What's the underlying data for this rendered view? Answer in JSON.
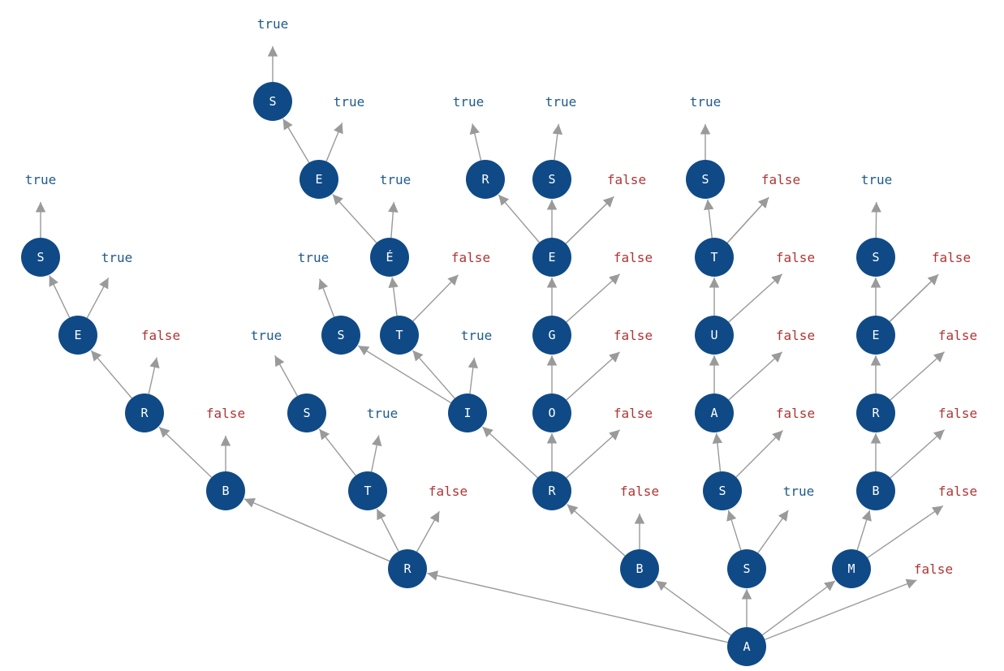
{
  "colors": {
    "node_fill": "#0f4a87",
    "node_text": "#ffffff",
    "edge": "#9a9a9a",
    "true_text": "#1f5a8c",
    "false_text": "#b03434"
  },
  "diagram": {
    "type": "trie",
    "nodes": [
      {
        "id": "root",
        "label": "A"
      },
      {
        "id": "n_R",
        "label": "R",
        "parent": "root"
      },
      {
        "id": "n_B",
        "label": "B",
        "parent": "root"
      },
      {
        "id": "n_S",
        "label": "S",
        "parent": "root"
      },
      {
        "id": "n_M",
        "label": "M",
        "parent": "root"
      },
      {
        "id": "n_RB",
        "label": "B",
        "parent": "n_R"
      },
      {
        "id": "n_RT",
        "label": "T",
        "parent": "n_R"
      },
      {
        "id": "n_RBR",
        "label": "R",
        "parent": "n_RB"
      },
      {
        "id": "n_RBRE",
        "label": "E",
        "parent": "n_RBR"
      },
      {
        "id": "n_RBRES",
        "label": "S",
        "parent": "n_RBRE"
      },
      {
        "id": "n_RTS",
        "label": "S",
        "parent": "n_RT"
      },
      {
        "id": "n_BR",
        "label": "R",
        "parent": "n_B"
      },
      {
        "id": "n_BRI",
        "label": "I",
        "parent": "n_BR"
      },
      {
        "id": "n_BRIS",
        "label": "S",
        "parent": "n_BRI"
      },
      {
        "id": "n_BRIT",
        "label": "T",
        "parent": "n_BRI"
      },
      {
        "id": "n_BRITE",
        "label": "É",
        "parent": "n_BRIT"
      },
      {
        "id": "n_BRITEE",
        "label": "E",
        "parent": "n_BRITE"
      },
      {
        "id": "n_BRITEES",
        "label": "S",
        "parent": "n_BRITEE"
      },
      {
        "id": "n_BRO",
        "label": "O",
        "parent": "n_BR"
      },
      {
        "id": "n_BROG",
        "label": "G",
        "parent": "n_BRO"
      },
      {
        "id": "n_BROGE",
        "label": "E",
        "parent": "n_BROG"
      },
      {
        "id": "n_BROGER",
        "label": "R",
        "parent": "n_BROGE"
      },
      {
        "id": "n_BROGES",
        "label": "S",
        "parent": "n_BROGE"
      },
      {
        "id": "n_SS",
        "label": "S",
        "parent": "n_S"
      },
      {
        "id": "n_SSA",
        "label": "A",
        "parent": "n_SS"
      },
      {
        "id": "n_SSAU",
        "label": "U",
        "parent": "n_SSA"
      },
      {
        "id": "n_SSAUT",
        "label": "T",
        "parent": "n_SSAU"
      },
      {
        "id": "n_SSAUTS",
        "label": "S",
        "parent": "n_SSAUT"
      },
      {
        "id": "n_MB",
        "label": "B",
        "parent": "n_M"
      },
      {
        "id": "n_MBR",
        "label": "R",
        "parent": "n_MB"
      },
      {
        "id": "n_MBRE",
        "label": "E",
        "parent": "n_MBR"
      },
      {
        "id": "n_MBRES",
        "label": "S",
        "parent": "n_MBRE"
      }
    ],
    "leaves": [
      {
        "id": "l_root",
        "parent": "root",
        "text": "false"
      },
      {
        "id": "l_R",
        "parent": "n_R",
        "text": "false"
      },
      {
        "id": "l_B",
        "parent": "n_B",
        "text": "false"
      },
      {
        "id": "l_S",
        "parent": "n_S",
        "text": "true"
      },
      {
        "id": "l_M",
        "parent": "n_M",
        "text": "false"
      },
      {
        "id": "l_RB",
        "parent": "n_RB",
        "text": "false"
      },
      {
        "id": "l_RT",
        "parent": "n_RT",
        "text": "true"
      },
      {
        "id": "l_RBR",
        "parent": "n_RBR",
        "text": "false"
      },
      {
        "id": "l_RBRE",
        "parent": "n_RBRE",
        "text": "true"
      },
      {
        "id": "l_RBRES",
        "parent": "n_RBRES",
        "text": "true"
      },
      {
        "id": "l_RTS",
        "parent": "n_RTS",
        "text": "true"
      },
      {
        "id": "l_BR",
        "parent": "n_BR",
        "text": "false"
      },
      {
        "id": "l_BRI",
        "parent": "n_BRI",
        "text": "true"
      },
      {
        "id": "l_BRIS",
        "parent": "n_BRIS",
        "text": "true"
      },
      {
        "id": "l_BRIT",
        "parent": "n_BRIT",
        "text": "false"
      },
      {
        "id": "l_BRITE",
        "parent": "n_BRITE",
        "text": "true"
      },
      {
        "id": "l_BRITEE",
        "parent": "n_BRITEE",
        "text": "true"
      },
      {
        "id": "l_BRITEES",
        "parent": "n_BRITEES",
        "text": "true"
      },
      {
        "id": "l_BRO",
        "parent": "n_BRO",
        "text": "false"
      },
      {
        "id": "l_BROG",
        "parent": "n_BROG",
        "text": "false"
      },
      {
        "id": "l_BROGE",
        "parent": "n_BROGE",
        "text": "false"
      },
      {
        "id": "l_BROGEE",
        "parent": "n_BROGE",
        "text": "true"
      },
      {
        "id": "l_BROGER",
        "parent": "n_BROGER",
        "text": "true"
      },
      {
        "id": "l_BROGES",
        "parent": "n_BROGES",
        "text": "true"
      },
      {
        "id": "l_SS",
        "parent": "n_SS",
        "text": "false"
      },
      {
        "id": "l_SSA",
        "parent": "n_SSA",
        "text": "false"
      },
      {
        "id": "l_SSAU",
        "parent": "n_SSAU",
        "text": "false"
      },
      {
        "id": "l_SSAUT",
        "parent": "n_SSAUT",
        "text": "false"
      },
      {
        "id": "l_SSAUTT",
        "parent": "n_SSAUT",
        "text": "true"
      },
      {
        "id": "l_SSAUTS",
        "parent": "n_SSAUTS",
        "text": "true"
      },
      {
        "id": "l_MB",
        "parent": "n_MB",
        "text": "false"
      },
      {
        "id": "l_MBR",
        "parent": "n_MBR",
        "text": "false"
      },
      {
        "id": "l_MBRE",
        "parent": "n_MBRE",
        "text": "false"
      },
      {
        "id": "l_MBREE",
        "parent": "n_MBRE",
        "text": "true"
      },
      {
        "id": "l_MBRES",
        "parent": "n_MBRES",
        "text": "true"
      }
    ]
  }
}
